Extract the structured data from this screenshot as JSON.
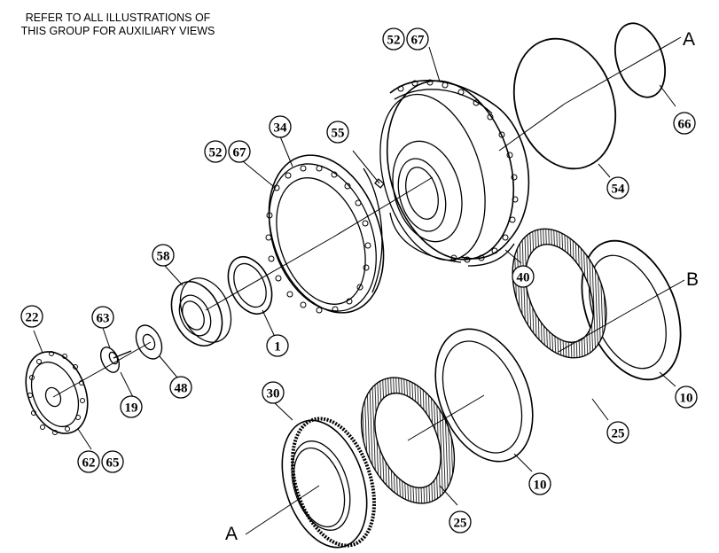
{
  "note": {
    "line1": "REFER TO ALL ILLUSTRATIONS OF",
    "line2": "THIS GROUP FOR AUXILIARY VIEWS"
  },
  "callouts": [
    "1",
    "10",
    "10",
    "19",
    "22",
    "25",
    "25",
    "30",
    "34",
    "40",
    "48",
    "52",
    "52",
    "54",
    "55",
    "58",
    "62",
    "63",
    "65",
    "66",
    "67",
    "67"
  ],
  "view_letters": [
    "A",
    "A",
    "B"
  ]
}
